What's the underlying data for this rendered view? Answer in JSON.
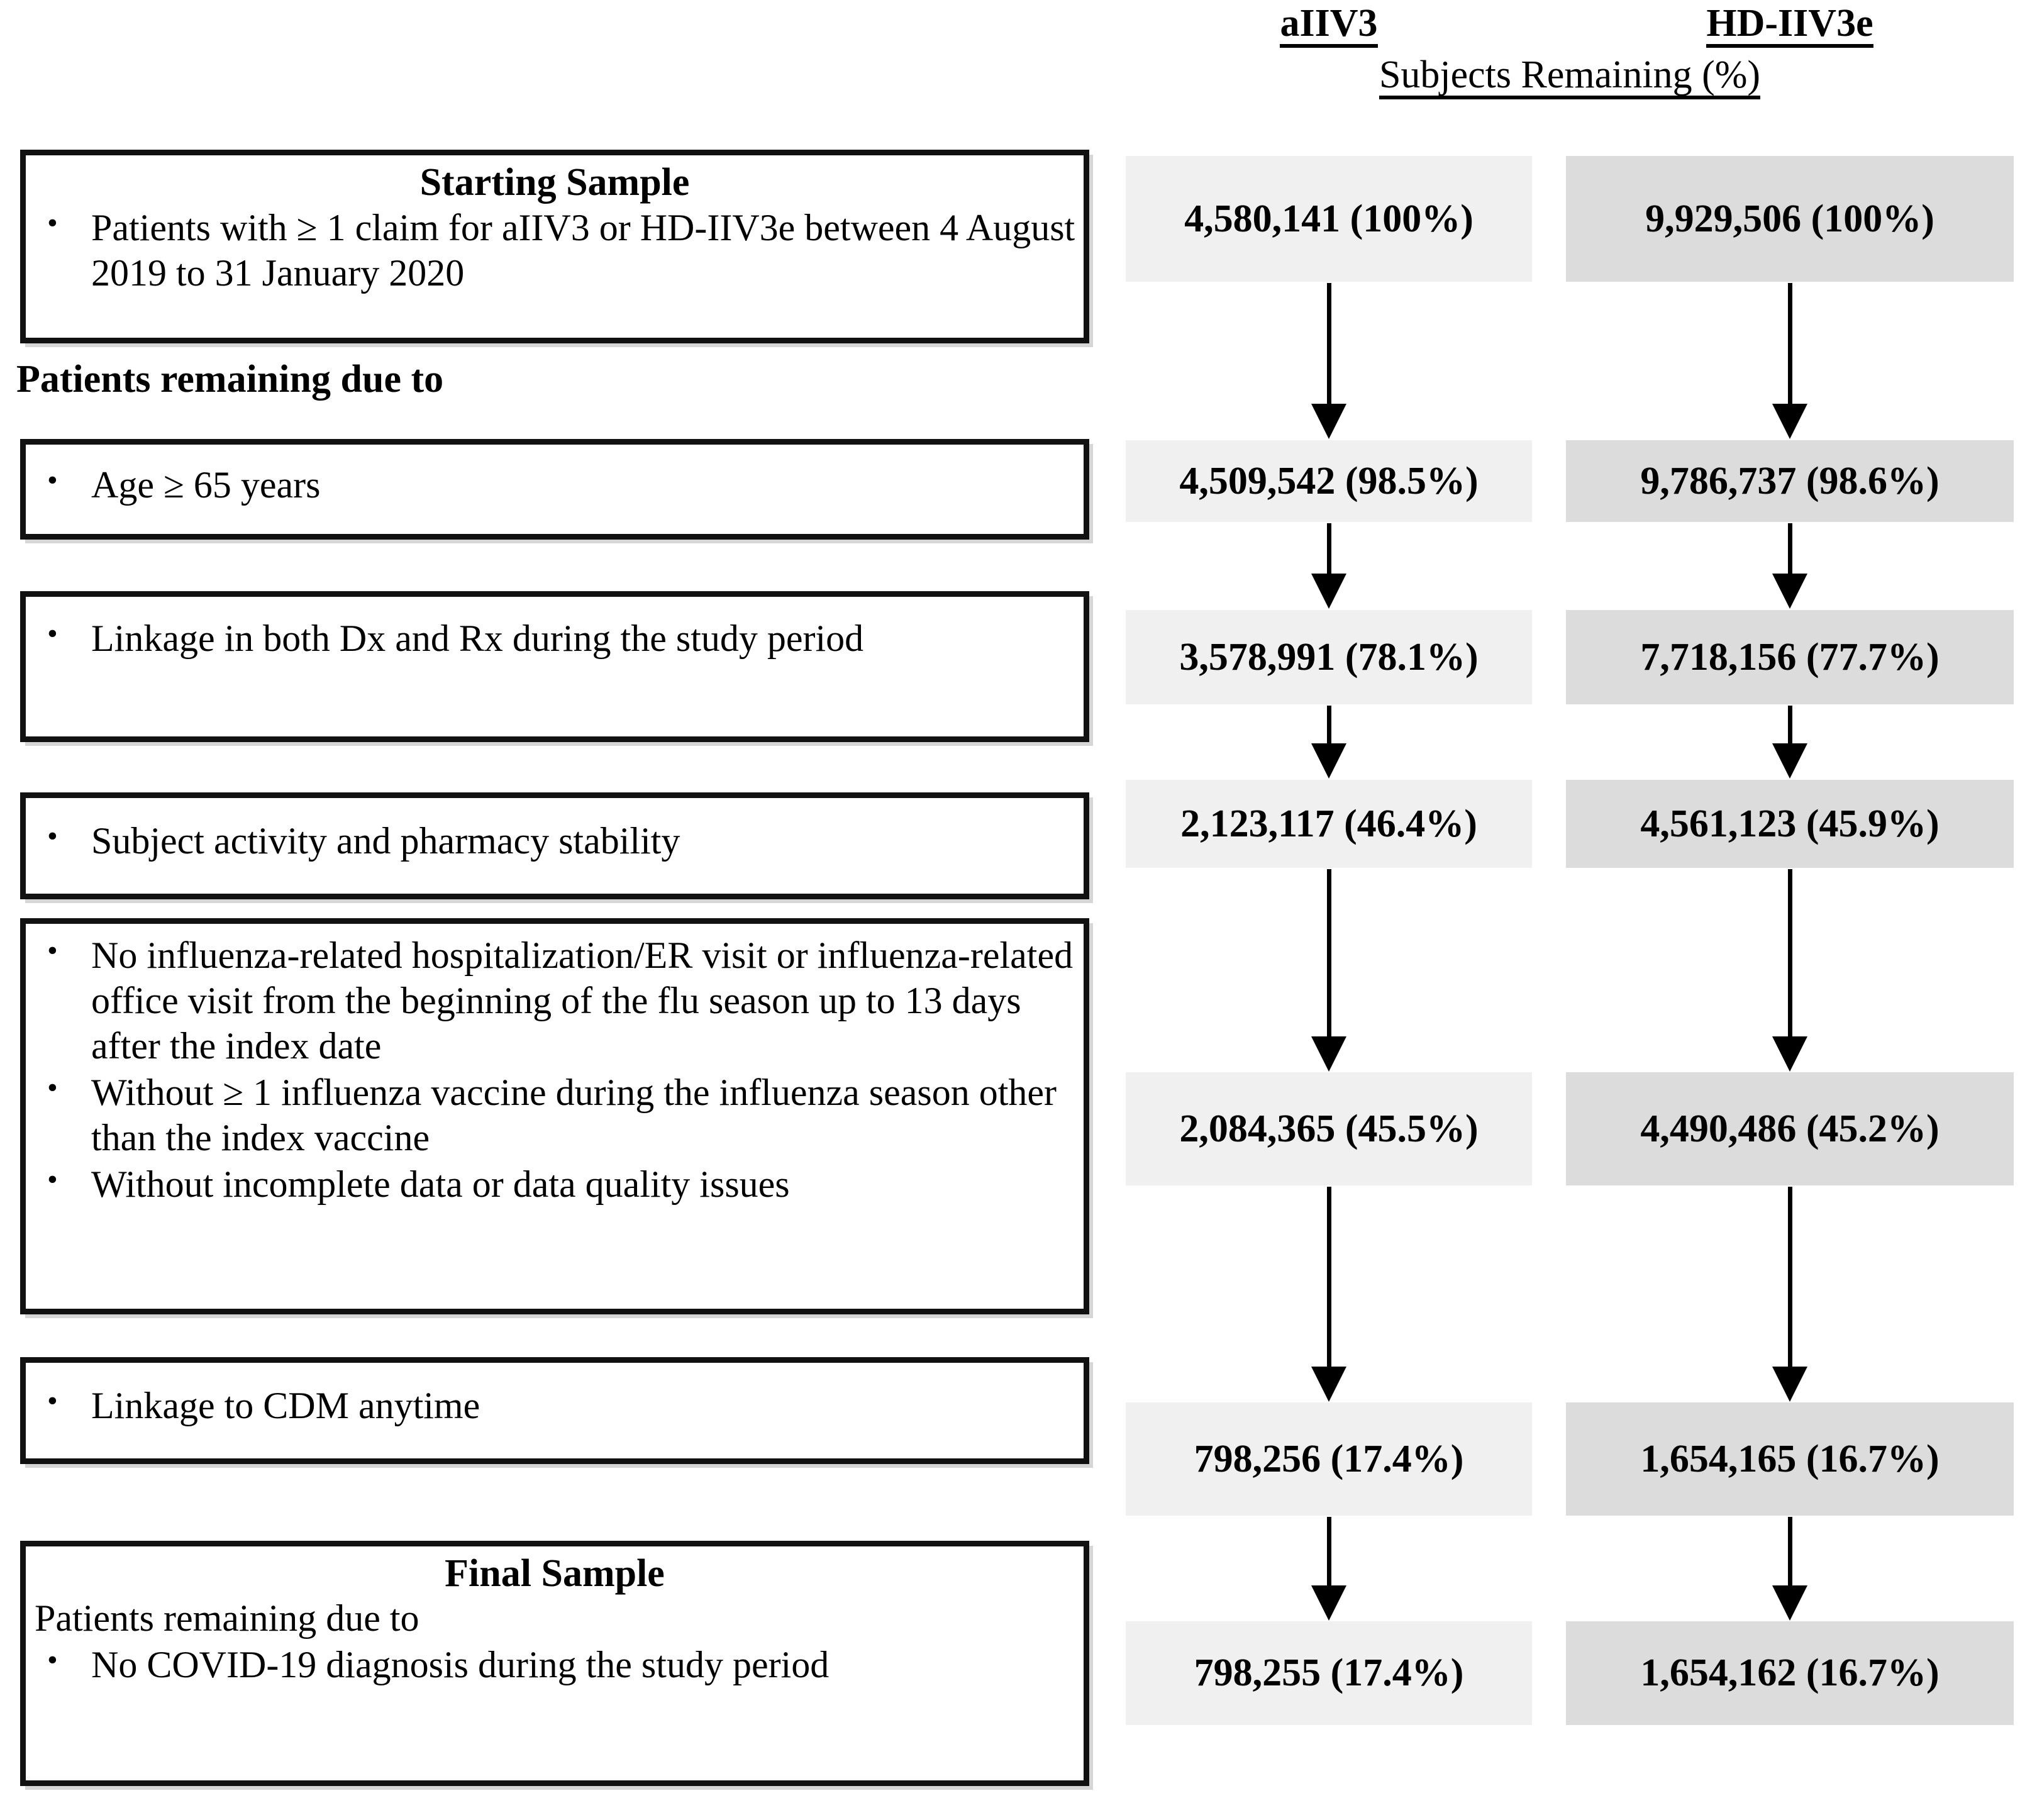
{
  "headers": {
    "left_column": "aIIV3",
    "right_column": "HD-IIV3e",
    "subtitle": "Subjects Remaining (%)"
  },
  "section_caption": "Patients remaining due to",
  "bullet_glyph": "•",
  "colors": {
    "left_cell_bg": "#f0f0f0",
    "right_cell_bg": "#dcdcdc",
    "box_border": "#111111",
    "text": "#000000"
  },
  "steps": [
    {
      "title": "Starting Sample",
      "bullets": [
        "Patients with ≥ 1 claim for aIIV3 or HD-IIV3e between 4 August 2019 to 31 January 2020"
      ],
      "plain_lines": [],
      "left_stat": "4,580,141 (100%)",
      "right_stat": "9,929,506 (100%)"
    },
    {
      "title": "",
      "bullets": [
        "Age ≥ 65 years"
      ],
      "plain_lines": [],
      "left_stat": "4,509,542 (98.5%)",
      "right_stat": "9,786,737 (98.6%)"
    },
    {
      "title": "",
      "bullets": [
        "Linkage in both Dx and Rx during the study period"
      ],
      "plain_lines": [],
      "left_stat": "3,578,991 (78.1%)",
      "right_stat": "7,718,156 (77.7%)"
    },
    {
      "title": "",
      "bullets": [
        "Subject activity and pharmacy stability"
      ],
      "plain_lines": [],
      "left_stat": "2,123,117 (46.4%)",
      "right_stat": "4,561,123 (45.9%)"
    },
    {
      "title": "",
      "bullets": [
        "No influenza-related hospitalization/ER visit or influenza-related office visit from the beginning of the flu season up to 13 days after the index date",
        "Without ≥ 1 influenza vaccine during the influenza season other than the index vaccine",
        "Without incomplete data or data quality issues"
      ],
      "plain_lines": [],
      "left_stat": "2,084,365 (45.5%)",
      "right_stat": "4,490,486 (45.2%)"
    },
    {
      "title": "",
      "bullets": [
        "Linkage to CDM anytime"
      ],
      "plain_lines": [],
      "left_stat": "798,256 (17.4%)",
      "right_stat": "1,654,165 (16.7%)"
    },
    {
      "title": "Final Sample",
      "bullets": [
        "No COVID-19 diagnosis during the study period"
      ],
      "plain_lines": [
        "Patients remaining due to"
      ],
      "left_stat": "798,255 (17.4%)",
      "right_stat": "1,654,162 (16.7%)"
    }
  ],
  "chart_data": {
    "type": "table",
    "title": "Subjects Remaining (%)",
    "categories": [
      "Starting Sample",
      "Age ≥ 65 years",
      "Linkage in both Dx and Rx during the study period",
      "Subject activity and pharmacy stability",
      "No influenza-related hospitalization/ER visit or office visit; without ≥ 1 other influenza vaccine; without incomplete data",
      "Linkage to CDM anytime",
      "Final Sample: No COVID-19 diagnosis during the study period"
    ],
    "series": [
      {
        "name": "aIIV3",
        "counts": [
          4580141,
          4509542,
          3578991,
          2123117,
          2084365,
          798256,
          798255
        ],
        "percents": [
          100,
          98.5,
          78.1,
          46.4,
          45.5,
          17.4,
          17.4
        ]
      },
      {
        "name": "HD-IIV3e",
        "counts": [
          9929506,
          9786737,
          7718156,
          4561123,
          4490486,
          1654165,
          1654162
        ],
        "percents": [
          100,
          98.6,
          77.7,
          45.9,
          45.2,
          16.7,
          16.7
        ]
      }
    ]
  }
}
